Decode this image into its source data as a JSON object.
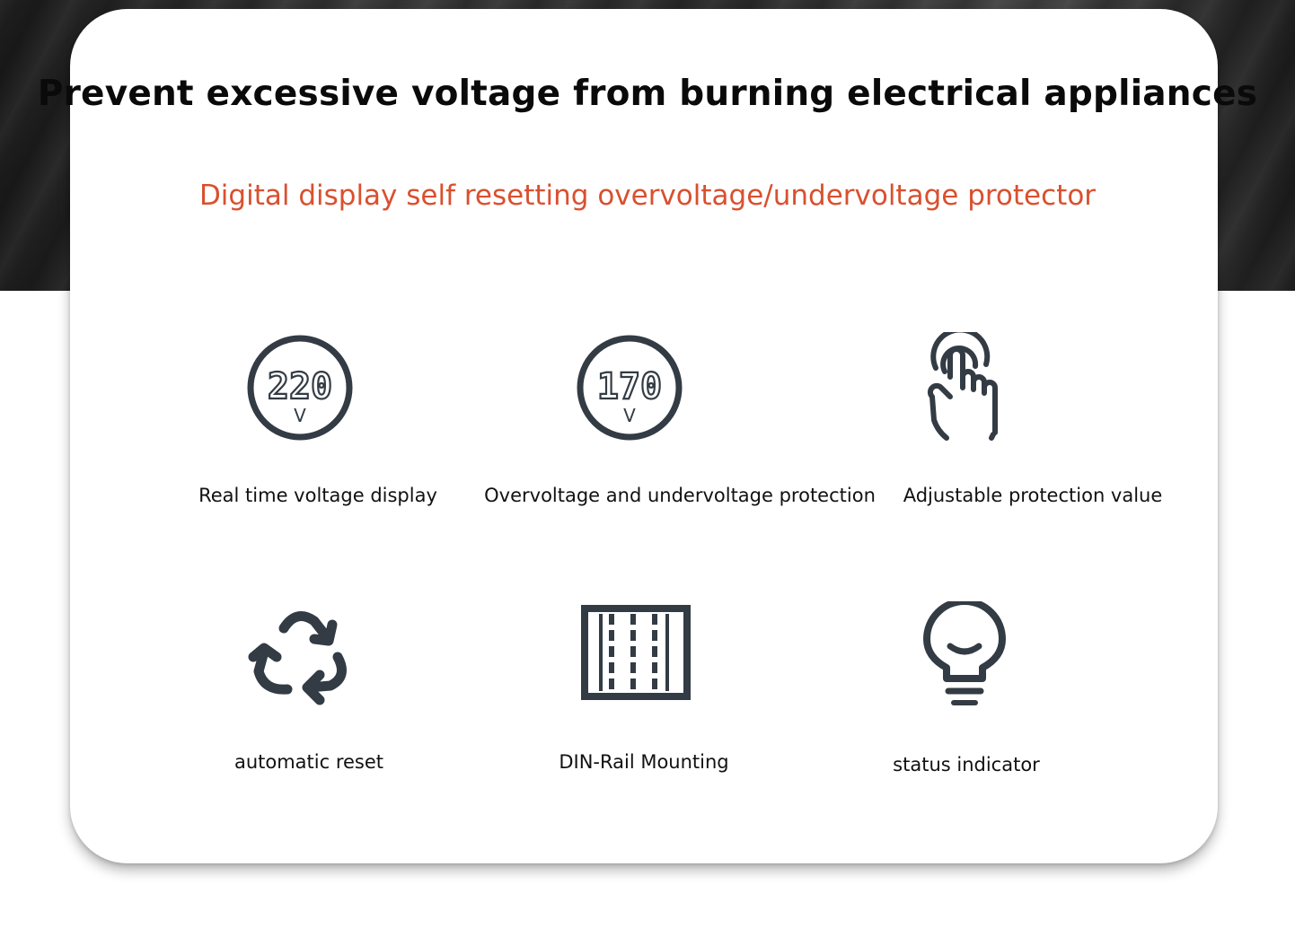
{
  "header": {
    "title": "Prevent excessive voltage from burning electrical appliances",
    "subtitle": "Digital display self resetting overvoltage/undervoltage protector"
  },
  "colors": {
    "subtitle": "#d9502f",
    "icon": "#333b44",
    "text": "#111111"
  },
  "features": [
    {
      "label": "Real time voltage display",
      "icon": "voltage-display-220-icon",
      "reading": "220",
      "unit": "V"
    },
    {
      "label": "Overvoltage and undervoltage protection",
      "icon": "voltage-display-170-icon",
      "reading": "170",
      "unit": "V"
    },
    {
      "label": "Adjustable protection value",
      "icon": "touch-finger-icon"
    },
    {
      "label": "automatic reset",
      "icon": "recycle-arrows-icon"
    },
    {
      "label": "DIN-Rail Mounting",
      "icon": "din-rail-icon"
    },
    {
      "label": "status indicator",
      "icon": "light-bulb-icon"
    }
  ]
}
